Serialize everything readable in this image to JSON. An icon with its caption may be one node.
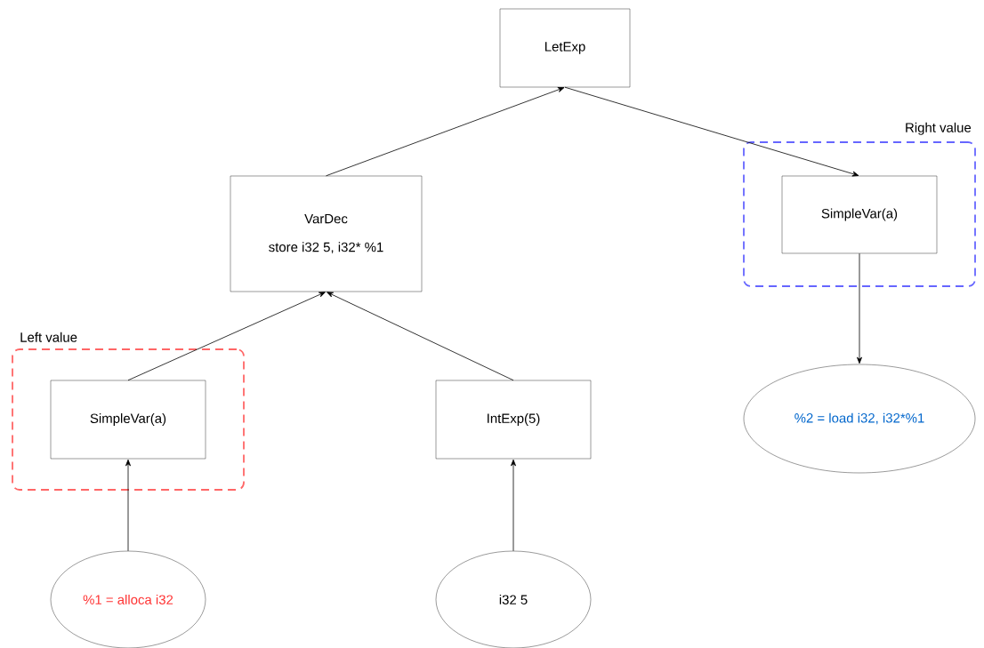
{
  "diagram": {
    "nodes": [
      {
        "text": [
          "LetExp"
        ]
      },
      {
        "text": [
          "VarDec",
          "store i32 5, i32* %1"
        ]
      },
      {
        "text": [
          "Right value"
        ]
      },
      {
        "text": [
          "SimpleVar(a)"
        ],
        "in": 2
      },
      {
        "text": [
          "Left value"
        ]
      },
      {
        "text": [
          "SimpleVar(a)"
        ],
        "in": 4
      },
      {
        "text": [
          "IntExp(5)"
        ]
      },
      {
        "text": [
          "%2 = load i32, i32*%1"
        ]
      },
      {
        "text": [
          "%1 = alloca i32"
        ]
      },
      {
        "text": [
          "i32 5"
        ]
      }
    ],
    "edges": [
      {
        "from": 1,
        "to": 0,
        "arrow": "to"
      },
      {
        "from": 0,
        "to": 3,
        "arrow": "to"
      },
      {
        "from": 5,
        "to": 1,
        "arrow": "to"
      },
      {
        "from": 6,
        "to": 1,
        "arrow": "to"
      },
      {
        "from": 3,
        "to": 7,
        "arrow": "to"
      },
      {
        "from": 8,
        "to": 5,
        "arrow": "to"
      },
      {
        "from": 9,
        "to": 6,
        "arrow": "to"
      }
    ]
  }
}
